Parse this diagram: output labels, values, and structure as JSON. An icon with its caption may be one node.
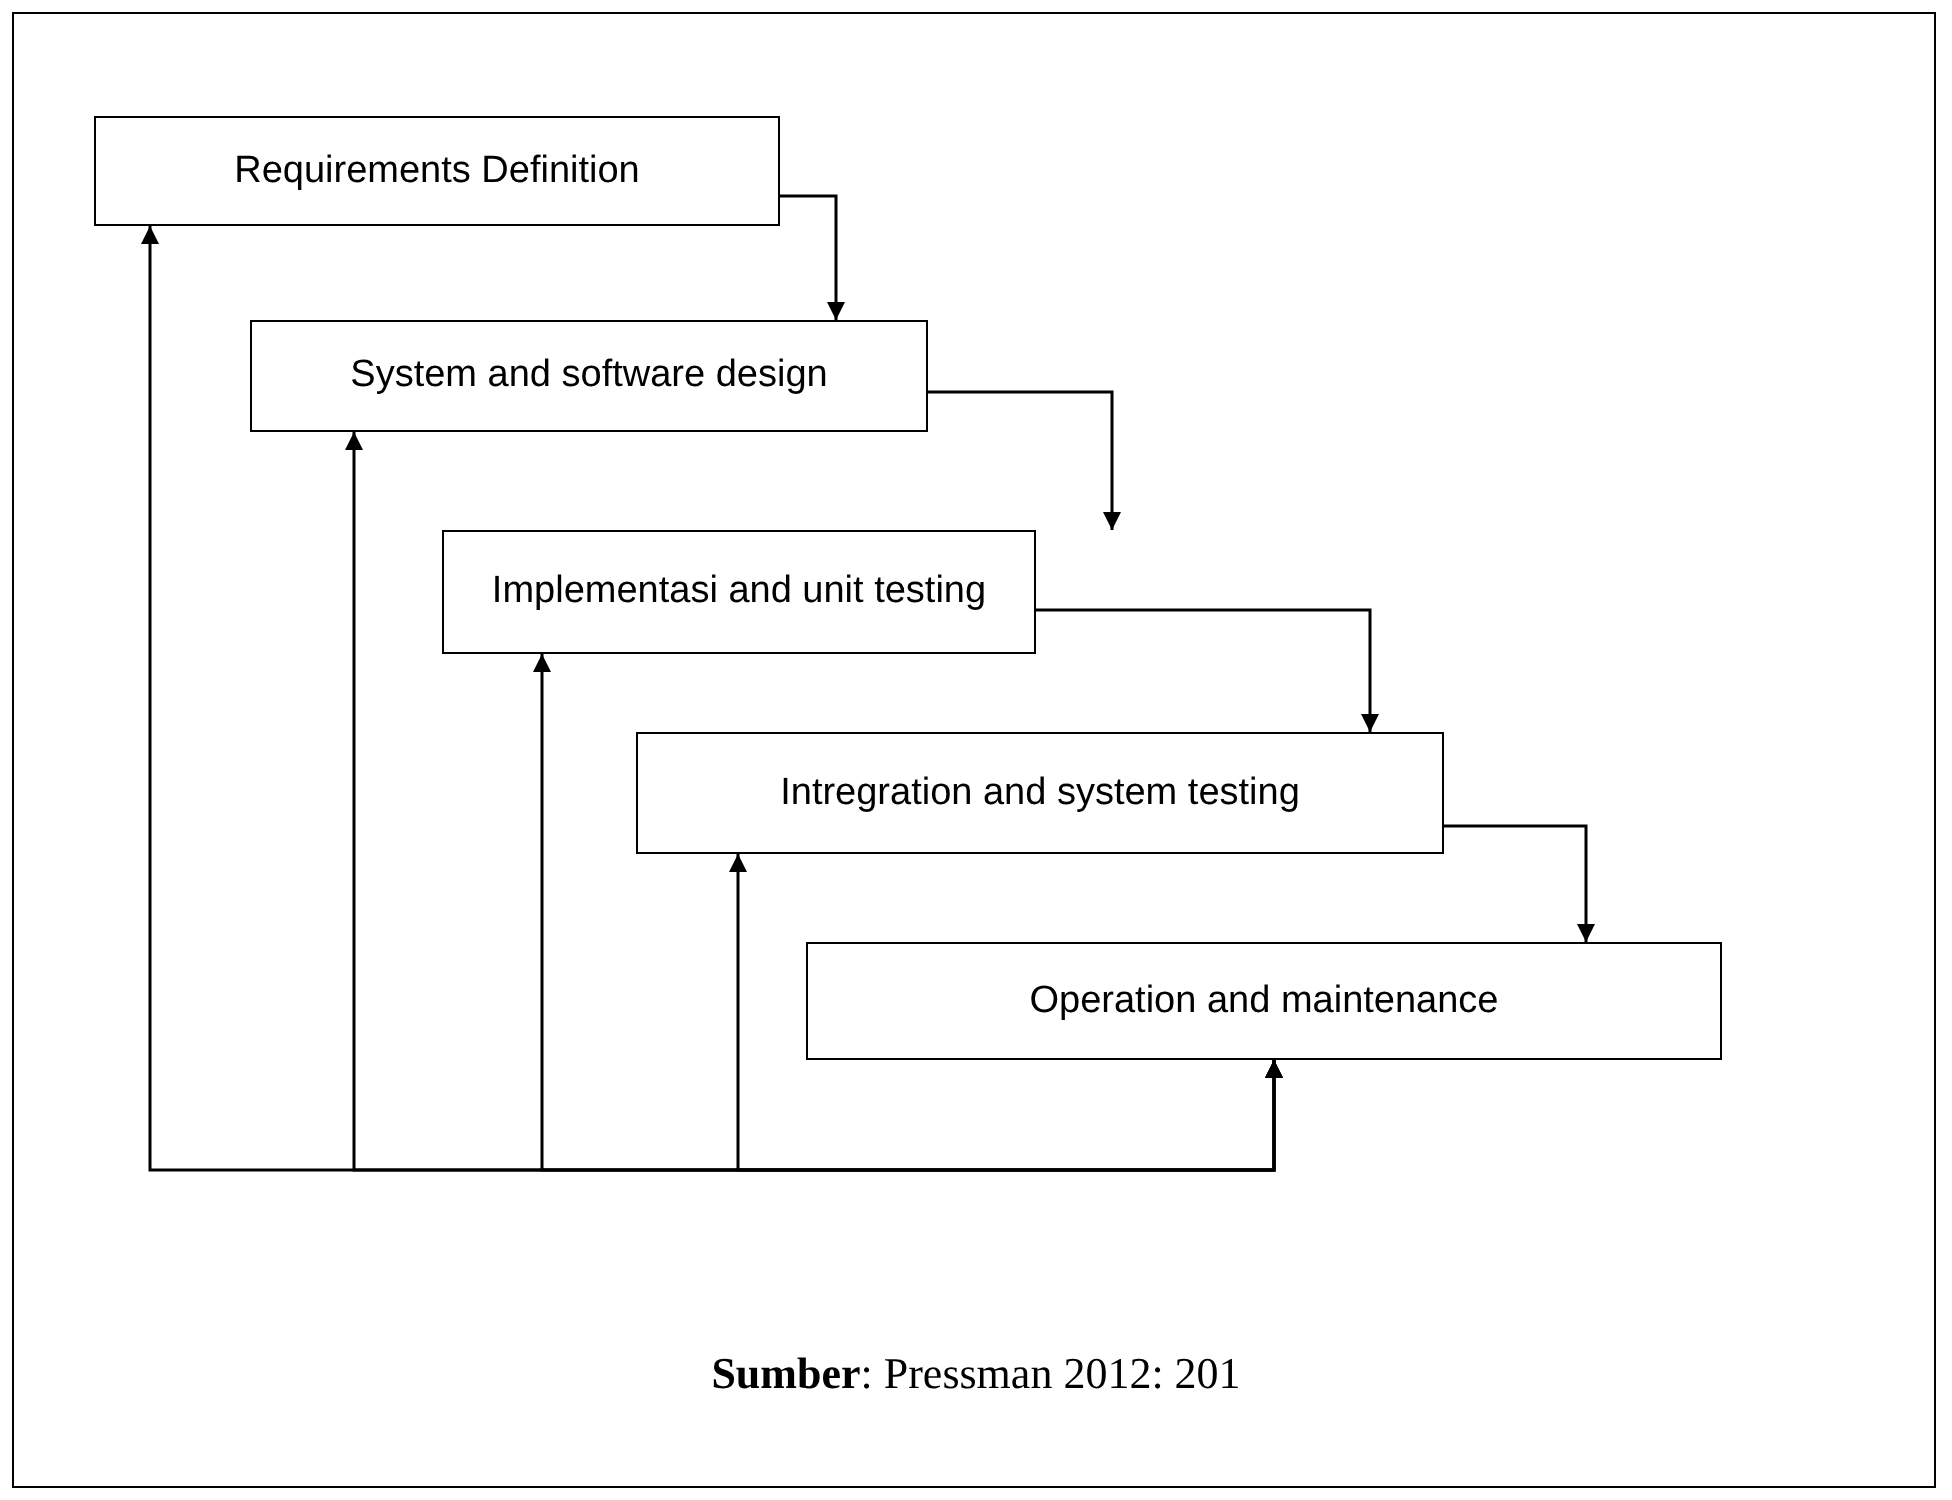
{
  "diagram": {
    "nodes": [
      {
        "text": [
          "Requirements Definition"
        ]
      },
      {
        "text": [
          "System and software design"
        ]
      },
      {
        "text": [
          "Implementasi and unit testing"
        ]
      },
      {
        "text": [
          "Intregration and system testing"
        ]
      },
      {
        "text": [
          "Operation and maintenance"
        ]
      }
    ],
    "edges": [
      {
        "from": 0,
        "to": 1,
        "arrow": "to"
      },
      {
        "from": 1,
        "to": 2,
        "arrow": "to"
      },
      {
        "from": 2,
        "to": 3,
        "arrow": "to"
      },
      {
        "from": 3,
        "to": 4,
        "arrow": "to"
      },
      {
        "from": 4,
        "to": 0,
        "arrow": "both"
      },
      {
        "from": 4,
        "to": 1,
        "arrow": "both"
      },
      {
        "from": 4,
        "to": 2,
        "arrow": "both"
      },
      {
        "from": 4,
        "to": 3,
        "arrow": "both"
      }
    ],
    "caption": "**Sumber**: Pressman 2012: 201"
  }
}
